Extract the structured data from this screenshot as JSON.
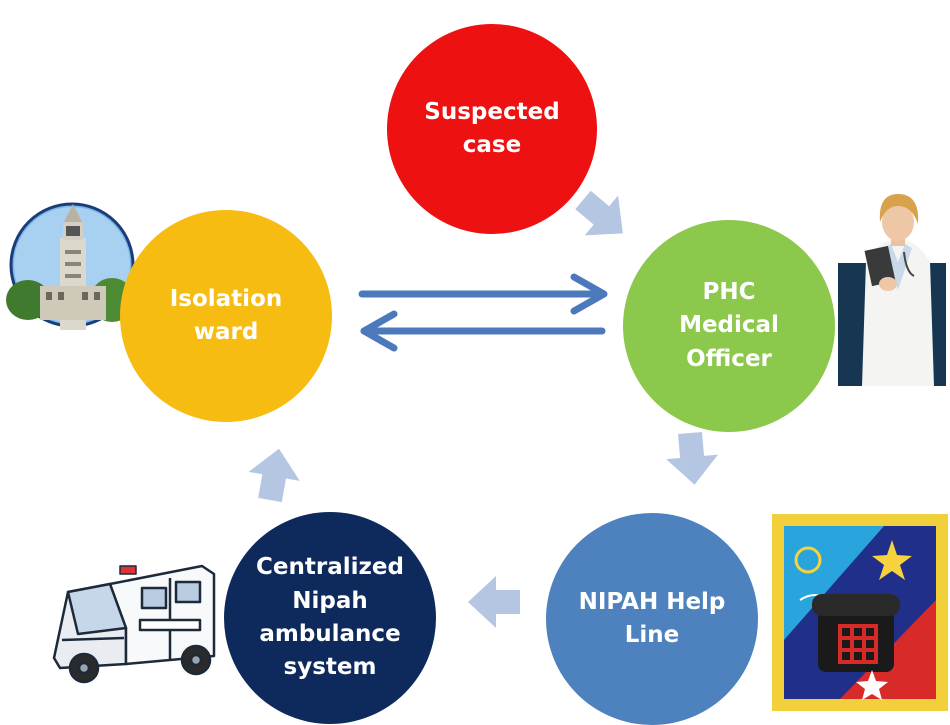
{
  "nodes": {
    "suspected_case": {
      "lines": [
        "Suspected",
        "case"
      ],
      "color": "#ee1111"
    },
    "phc_medical_officer": {
      "lines": [
        "PHC",
        "Medical",
        "Officer"
      ],
      "color": "#8cc84b"
    },
    "nipah_help_line": {
      "lines": [
        "NIPAH Help",
        "Line"
      ],
      "color": "#4d82bf"
    },
    "centralized_ambulance": {
      "lines": [
        "Centralized",
        "Nipah",
        "ambulance",
        "system"
      ],
      "color": "#0e2a5c"
    },
    "isolation_ward": {
      "lines": [
        "Isolation",
        "ward"
      ],
      "color": "#f7bc12"
    }
  },
  "arrow_colors": {
    "flow": "#b4c6e2",
    "bidirectional": "#4b79bc"
  },
  "icons": [
    "hospital-building-icon",
    "doctor-icon",
    "telephone-stamp-icon",
    "ambulance-icon"
  ]
}
